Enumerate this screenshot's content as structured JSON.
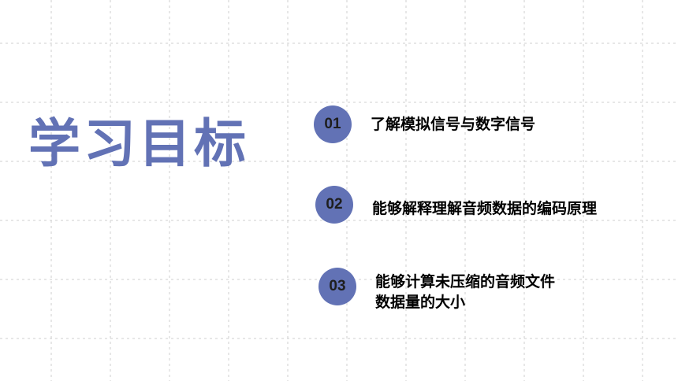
{
  "title": "学习目标",
  "colors": {
    "accent": "#6272b5",
    "text": "#000000",
    "grid": "#cccccc"
  },
  "objectives": [
    {
      "number": "01",
      "lines": [
        "了解模拟信号与数字信号"
      ]
    },
    {
      "number": "02",
      "lines": [
        "能够解释理解音频数据的编码原理"
      ]
    },
    {
      "number": "03",
      "lines": [
        "能够计算未压缩的音频文件",
        "数据量的大小"
      ]
    }
  ]
}
